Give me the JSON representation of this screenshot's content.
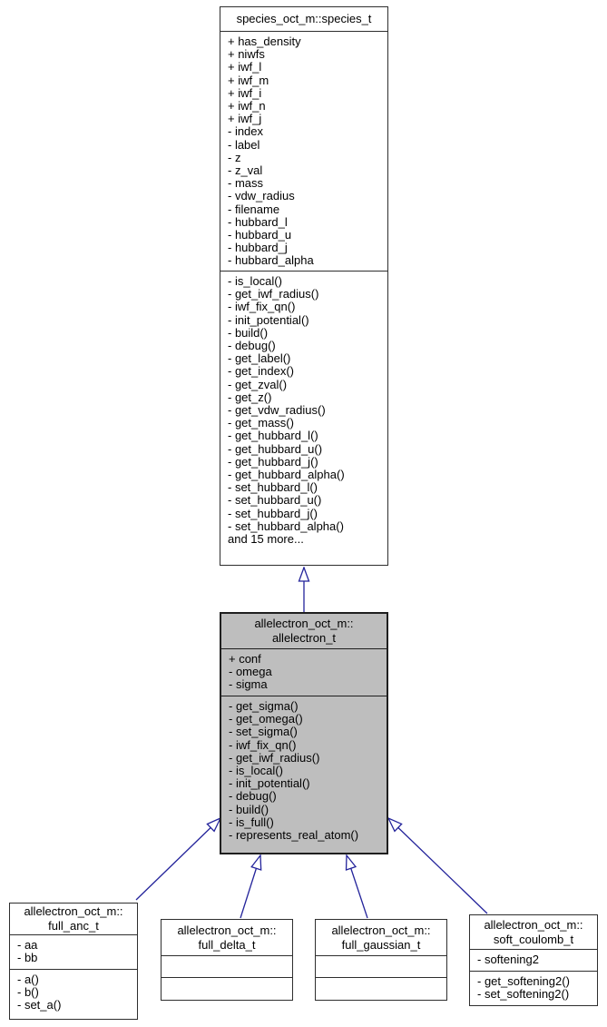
{
  "diagram": {
    "kind": "uml-class-inheritance-diagram",
    "background_color": "#ffffff",
    "node_fill": "#ffffff",
    "highlight_fill": "#bebebe",
    "border_color": "#2e2e2e",
    "arrow_color": "#24249b",
    "nodes": [
      {
        "id": "species_t",
        "title_lines": [
          "species_oct_m::species_t"
        ],
        "attributes": [
          "+ has_density",
          "+ niwfs",
          "+ iwf_l",
          "+ iwf_m",
          "+ iwf_i",
          "+ iwf_n",
          "+ iwf_j",
          "- index",
          "- label",
          "- z",
          "- z_val",
          "- mass",
          "- vdw_radius",
          "- filename",
          "- hubbard_l",
          "- hubbard_u",
          "- hubbard_j",
          "- hubbard_alpha"
        ],
        "methods": [
          "- is_local()",
          "- get_iwf_radius()",
          "- iwf_fix_qn()",
          "- init_potential()",
          "- build()",
          "- debug()",
          "- get_label()",
          "- get_index()",
          "- get_zval()",
          "- get_z()",
          "- get_vdw_radius()",
          "- get_mass()",
          "- get_hubbard_l()",
          "- get_hubbard_u()",
          "- get_hubbard_j()",
          "- get_hubbard_alpha()",
          "- set_hubbard_l()",
          "- set_hubbard_u()",
          "- set_hubbard_j()",
          "- set_hubbard_alpha()",
          "and 15 more..."
        ]
      },
      {
        "id": "allelectron_t",
        "title_lines": [
          "allelectron_oct_m::",
          "allelectron_t"
        ],
        "attributes": [
          "+ conf",
          "- omega",
          "- sigma"
        ],
        "methods": [
          "- get_sigma()",
          "- get_omega()",
          "- set_sigma()",
          "- iwf_fix_qn()",
          "- get_iwf_radius()",
          "- is_local()",
          "- init_potential()",
          "- debug()",
          "- build()",
          "- is_full()",
          "- represents_real_atom()"
        ]
      },
      {
        "id": "full_anc_t",
        "title_lines": [
          "allelectron_oct_m::",
          "full_anc_t"
        ],
        "attributes": [
          "- aa",
          "- bb"
        ],
        "methods": [
          "- a()",
          "- b()",
          "- set_a()"
        ]
      },
      {
        "id": "full_delta_t",
        "title_lines": [
          "allelectron_oct_m::",
          "full_delta_t"
        ],
        "attributes": [],
        "methods": []
      },
      {
        "id": "full_gaussian_t",
        "title_lines": [
          "allelectron_oct_m::",
          "full_gaussian_t"
        ],
        "attributes": [],
        "methods": []
      },
      {
        "id": "soft_coulomb_t",
        "title_lines": [
          "allelectron_oct_m::",
          "soft_coulomb_t"
        ],
        "attributes": [
          "- softening2"
        ],
        "methods": [
          "- get_softening2()",
          "- set_softening2()"
        ]
      }
    ]
  }
}
